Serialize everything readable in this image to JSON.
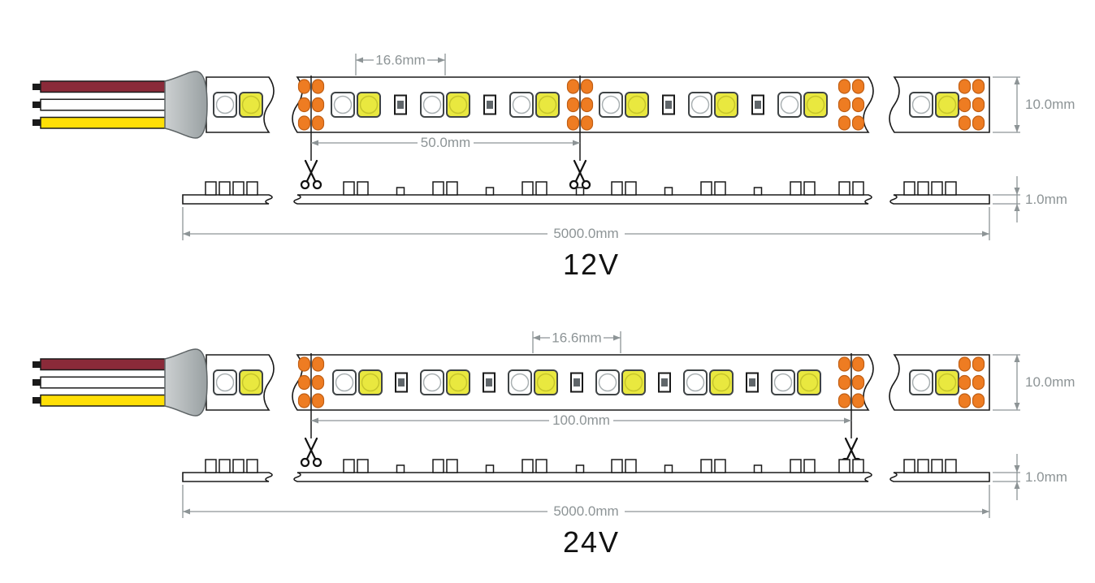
{
  "diagrams": [
    {
      "id": "12v",
      "voltage_label": "12V",
      "pitch_label": "16.6mm",
      "cut_length_label": "50.0mm",
      "width_label": "10.0mm",
      "thickness_label": "1.0mm",
      "total_length_label": "5000.0mm"
    },
    {
      "id": "24v",
      "voltage_label": "24V",
      "pitch_label": "16.6mm",
      "cut_length_label": "100.0mm",
      "width_label": "10.0mm",
      "thickness_label": "1.0mm",
      "total_length_label": "5000.0mm"
    }
  ],
  "icons": {
    "scissors-icon": "cut-point scissors marker",
    "solder-pads": "orange solder pad group",
    "led-pair": "white + yellow LED package pair"
  },
  "colors": {
    "pad_orange": "#ee7c22",
    "pad_orange_dark": "#c05e14",
    "led_yellow": "#e9e83f",
    "led_yellow_dark": "#c6c52c",
    "wire_red": "#8a2a39",
    "wire_yellow": "#ffdf06",
    "dim_gray": "#8d9496",
    "outline_black": "#1a1a1a"
  }
}
